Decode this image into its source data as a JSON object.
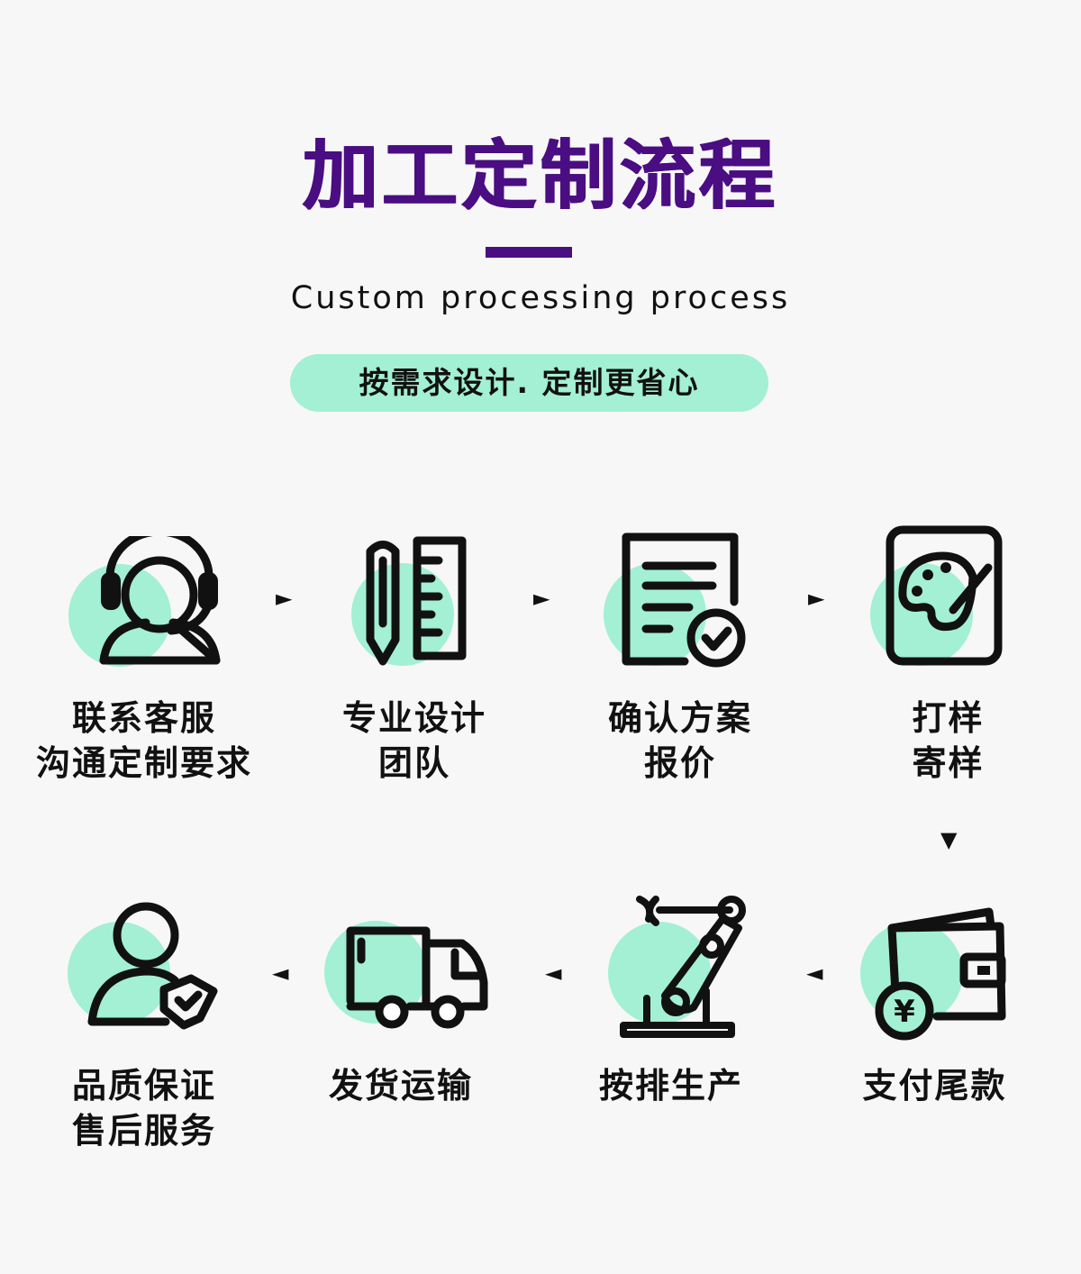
{
  "header": {
    "title": "加工定制流程",
    "subtitle": "Custom processing process",
    "slogan": "按需求设计. 定制更省心"
  },
  "colors": {
    "accent": "#4a0d82",
    "highlight": "#a3f0d4",
    "ink": "#111111"
  },
  "steps": [
    {
      "icon": "customer-service-headset-icon",
      "lines": [
        "联系客服",
        "沟通定制要求"
      ]
    },
    {
      "icon": "pencil-ruler-icon",
      "lines": [
        "专业设计",
        "团队"
      ]
    },
    {
      "icon": "document-check-icon",
      "lines": [
        "确认方案",
        "报价"
      ]
    },
    {
      "icon": "palette-sample-icon",
      "lines": [
        "打样",
        "寄样"
      ]
    },
    {
      "icon": "wallet-yen-icon",
      "lines": [
        "支付尾款"
      ]
    },
    {
      "icon": "robot-arm-icon",
      "lines": [
        "按排生产"
      ]
    },
    {
      "icon": "delivery-truck-icon",
      "lines": [
        "发货运输"
      ]
    },
    {
      "icon": "user-quality-shield-icon",
      "lines": [
        "品质保证",
        "售后服务"
      ]
    }
  ],
  "arrows": {
    "right": "►",
    "down": "▼",
    "left": "◄"
  }
}
